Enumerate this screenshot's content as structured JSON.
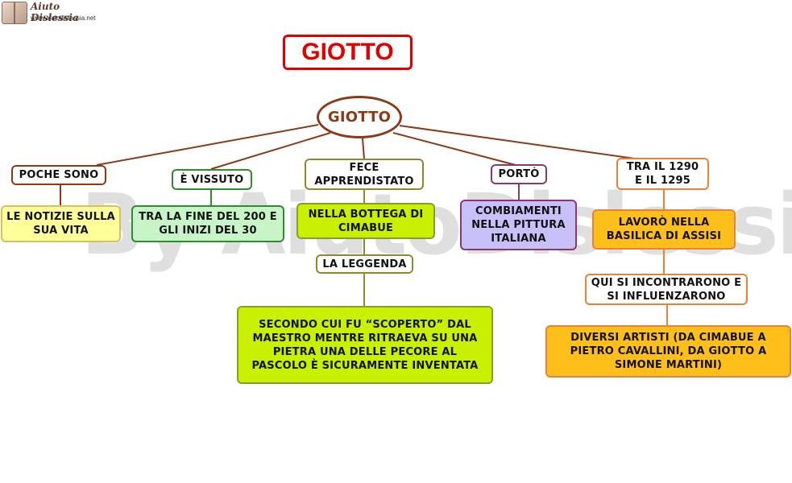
{
  "logo": {
    "name": "Aiuto Dislessia",
    "url": "www.aiutodislessia.net"
  },
  "watermark": "By AiutoDislessia.net",
  "title": "GIOTTO",
  "root": "GIOTTO",
  "branches": {
    "b1": {
      "label": "POCHE SONO",
      "detail": "LE NOTIZIE SULLA SUA VITA"
    },
    "b2": {
      "label": "È VISSUTO",
      "detail": "TRA LA FINE DEL 200  E  GLI  INIZI  DEL 30"
    },
    "b3": {
      "label": "FECE APPRENDISTATO",
      "detail": "NELLA BOTTEGA DI CIMABUE",
      "sublabel": "LA LEGGENDA",
      "subdetail": "SECONDO  CUI  FU  “SCOPERTO” DAL  MAESTRO MENTRE RITRAEVA SU UNA PIETRA UNA DELLE PECORE AL PASCOLO È SICURAMENTE INVENTATA"
    },
    "b4": {
      "label": "PORTÒ",
      "detail": "COMBIAMENTI NELLA PITTURA ITALIANA"
    },
    "b5": {
      "label": "TRA IL 1290 E IL 1295",
      "detail": "LAVORÒ NELLA BASILICA DI ASSISI",
      "sublabel": "QUI SI INCONTRARONO E SI INFLUENZARONO",
      "subdetail": "DIVERSI ARTISTI (DA CIMABUE A PIETRO CAVALLINI, DA GIOTTO A SIMONE MARTINI)"
    }
  }
}
